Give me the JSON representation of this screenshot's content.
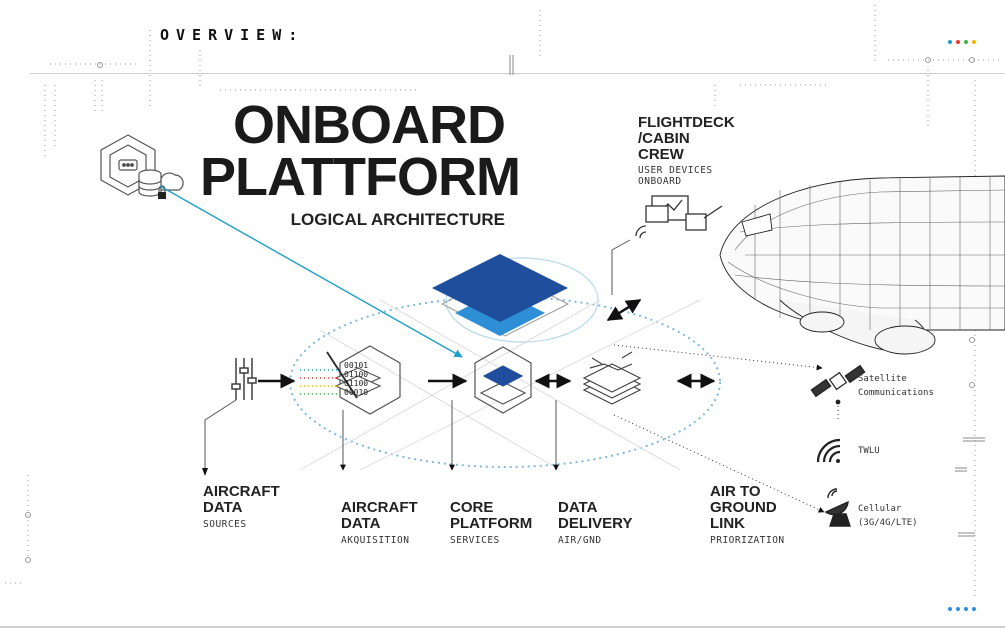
{
  "header": {
    "overview": "OVERVIEW:"
  },
  "title": {
    "line1": "ONBOARD",
    "line2": "PLATTFORM",
    "subtitle": "LOGICAL ARCHITECTURE"
  },
  "flightdeck": {
    "title": "FLIGHTDECK\n/CABIN\nCREW",
    "sub1": "USER DEVICES",
    "sub2": "ONBOARD"
  },
  "columns": [
    {
      "title": "AIRCRAFT\nDATA",
      "sub": "SOURCES"
    },
    {
      "title": "AIRCRAFT\nDATA",
      "sub": "AKQUISITION"
    },
    {
      "title": "CORE\nPLATFORM",
      "sub": "SERVICES"
    },
    {
      "title": "DATA\nDELIVERY",
      "sub": "AIR/GND"
    },
    {
      "title": "AIR TO\nGROUND\nLINK",
      "sub": "PRIORIZATION"
    }
  ],
  "links": {
    "satellite": "Satellite\nCommunications",
    "twlu": "TWLU",
    "cellular": "Cellular\n(3G/4G/LTE)"
  },
  "binary": [
    "00101",
    "01100",
    "01100",
    "00010"
  ],
  "colors": {
    "accent_line": "#1ea0c8",
    "platform_dark": "#1f4f9c",
    "platform_light": "#2f8fd6",
    "ellipse": "#7fb9dc",
    "dots_top": [
      "#1ea0c8",
      "#e63a2e",
      "#3db54a",
      "#f2b705"
    ],
    "dots_bottom": [
      "#2f8fd6",
      "#2f8fd6",
      "#2f8fd6",
      "#2f8fd6"
    ]
  },
  "icons": [
    "server-cloud-icon",
    "sliders-icon",
    "hexagon-layers-icon",
    "satellite-icon",
    "wifi-signal-icon",
    "antenna-dish-icon",
    "devices-icon",
    "airplane-icon"
  ]
}
